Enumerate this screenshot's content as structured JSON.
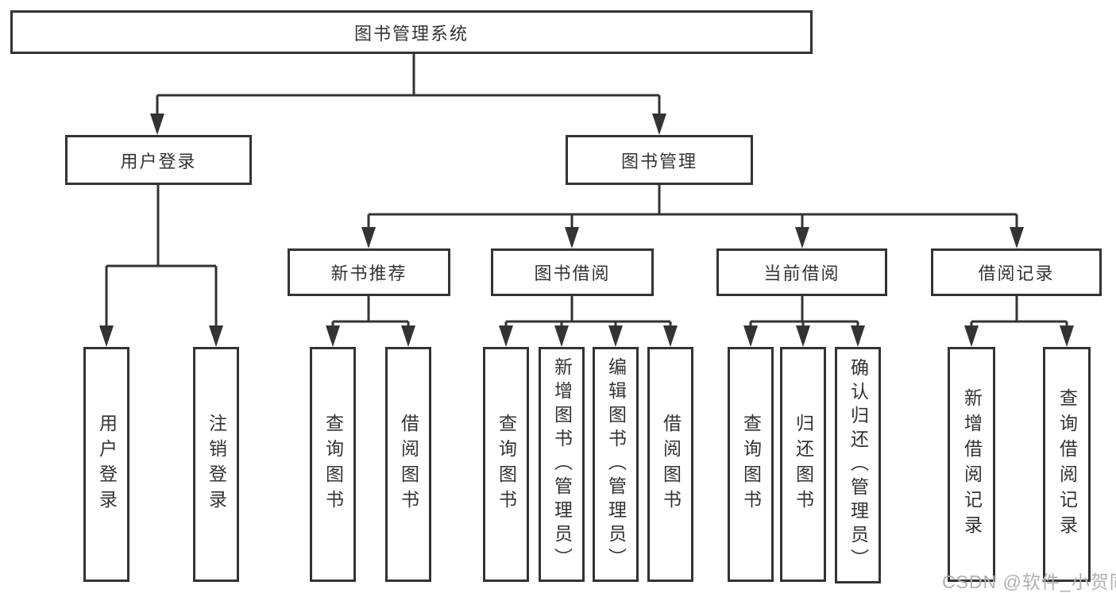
{
  "diagram": {
    "root": {
      "label": "图书管理系统"
    },
    "level2": [
      {
        "id": "user-login",
        "label": "用户登录"
      },
      {
        "id": "book-management",
        "label": "图书管理"
      }
    ],
    "level3": [
      {
        "id": "new-book-recommend",
        "label": "新书推荐"
      },
      {
        "id": "book-borrowing",
        "label": "图书借阅"
      },
      {
        "id": "current-borrowing",
        "label": "当前借阅"
      },
      {
        "id": "borrowing-records",
        "label": "借阅记录"
      }
    ],
    "leaves": [
      {
        "id": "user-login-action",
        "label": "用户登录"
      },
      {
        "id": "logout-action",
        "label": "注销登录"
      },
      {
        "id": "query-books-1",
        "label": "查询图书"
      },
      {
        "id": "borrow-books-1",
        "label": "借阅图书"
      },
      {
        "id": "query-books-2",
        "label": "查询图书"
      },
      {
        "id": "add-books-admin",
        "label": "新增图书（管理员）"
      },
      {
        "id": "edit-books-admin",
        "label": "编辑图书（管理员）"
      },
      {
        "id": "borrow-books-2",
        "label": "借阅图书"
      },
      {
        "id": "query-books-3",
        "label": "查询图书"
      },
      {
        "id": "return-books",
        "label": "归还图书"
      },
      {
        "id": "confirm-return-admin",
        "label": "确认归还（管理员）"
      },
      {
        "id": "add-borrow-record",
        "label": "新增借阅记录"
      },
      {
        "id": "query-borrow-record",
        "label": "查询借阅记录"
      }
    ],
    "watermark": "CSDN @软件_小贺同学",
    "colors": {
      "line": "#333333",
      "box_border": "#333333",
      "text": "#333333",
      "watermark": "#b0b0b0",
      "background": "#ffffff"
    }
  }
}
